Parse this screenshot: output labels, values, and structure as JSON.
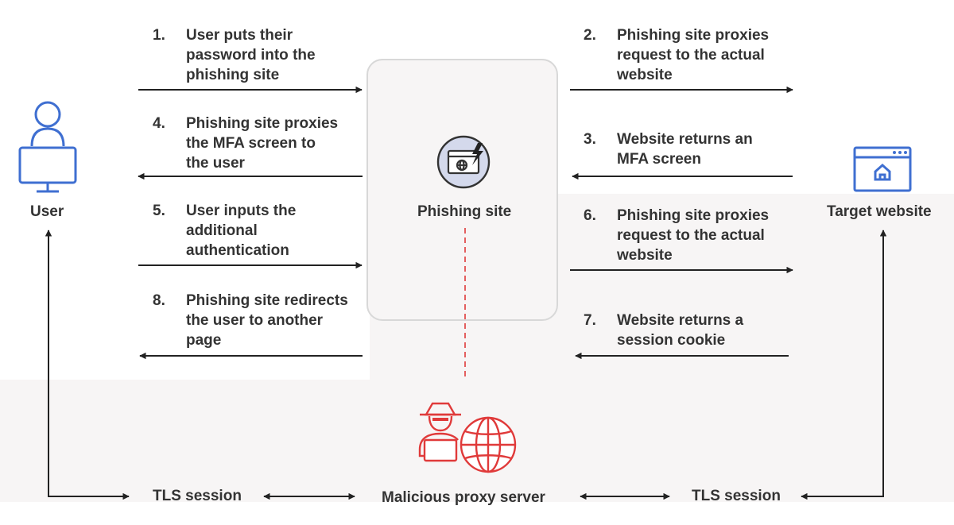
{
  "nodes": {
    "user": "User",
    "phishing_site": "Phishing site",
    "target_website": "Target website",
    "malicious_proxy": "Malicious proxy server",
    "tls_left": "TLS session",
    "tls_right": "TLS session"
  },
  "steps": [
    {
      "num": "1.",
      "text": "User puts their\npassword into the\nphishing site"
    },
    {
      "num": "2.",
      "text": "Phishing site proxies\nrequest to the actual\nwebsite"
    },
    {
      "num": "3.",
      "text": "Website returns an\nMFA screen"
    },
    {
      "num": "4.",
      "text": "Phishing site proxies\nthe MFA screen to\nthe user"
    },
    {
      "num": "5.",
      "text": "User inputs the\nadditional\nauthentication"
    },
    {
      "num": "6.",
      "text": "Phishing site proxies\nrequest to the actual\nwebsite"
    },
    {
      "num": "7.",
      "text": "Website returns a\nsession cookie"
    },
    {
      "num": "8.",
      "text": "Phishing site redirects\nthe user to another\npage"
    }
  ],
  "icons": {
    "user": "user-at-computer-icon",
    "phishing": "phishing-webpage-icon",
    "target": "website-home-icon",
    "proxy": "hacker-globe-icon"
  },
  "colors": {
    "blue": "#3f6fd1",
    "red": "#e03a3a",
    "dark": "#333333",
    "arrow": "#222222"
  }
}
